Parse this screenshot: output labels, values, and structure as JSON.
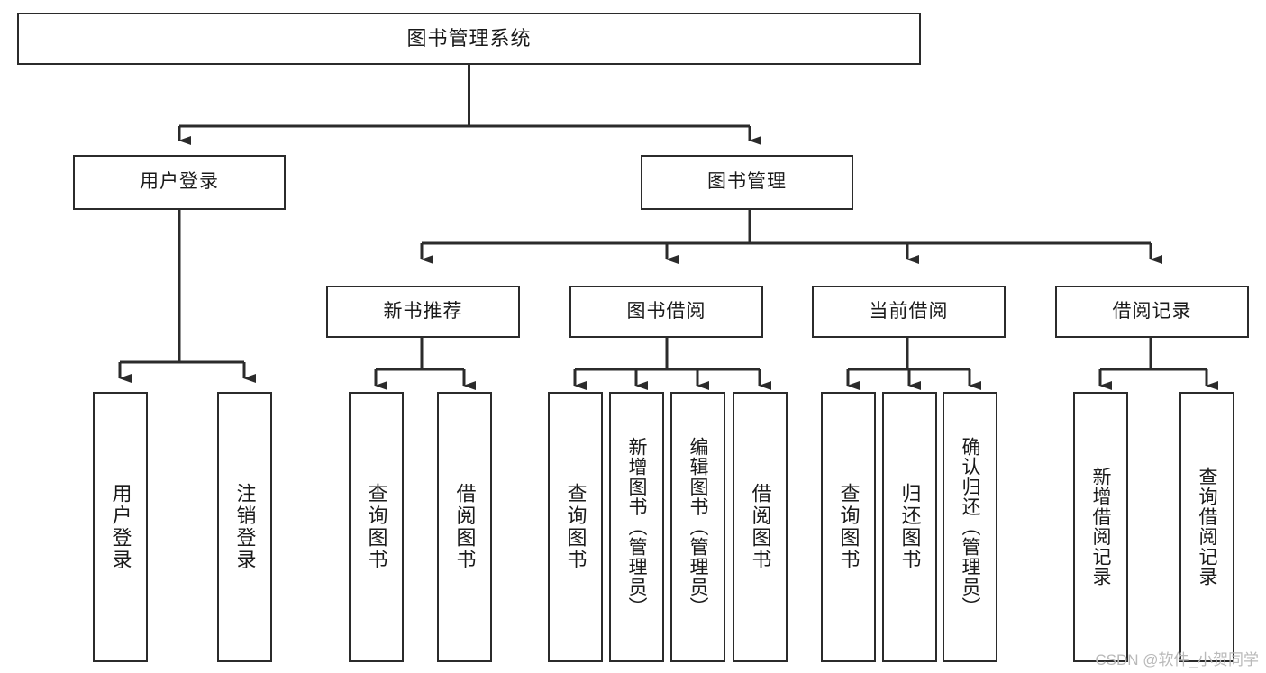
{
  "diagram": {
    "type": "tree",
    "title": "图书管理系统",
    "orientation": "top-down",
    "colors": {
      "box_border": "#2b2b2b",
      "box_fill": "#ffffff",
      "edge": "#2b2b2b",
      "text": "#1a1a1a",
      "watermark": "#b9b9b9",
      "background": "#ffffff"
    },
    "nodes": {
      "root": {
        "label": "图书管理系统"
      },
      "level1": [
        {
          "label": "用户登录"
        },
        {
          "label": "图书管理"
        }
      ],
      "level2": [
        {
          "label": "新书推荐"
        },
        {
          "label": "图书借阅"
        },
        {
          "label": "当前借阅"
        },
        {
          "label": "借阅记录"
        }
      ],
      "leaves": {
        "user_login": [
          {
            "label": "用户登录"
          },
          {
            "label": "注销登录"
          }
        ],
        "new_book_recommend": [
          {
            "label": "查询图书"
          },
          {
            "label": "借阅图书"
          }
        ],
        "book_borrow": [
          {
            "label": "查询图书"
          },
          {
            "label": "新增图书（管理员）"
          },
          {
            "label": "编辑图书（管理员）"
          },
          {
            "label": "借阅图书"
          }
        ],
        "current_borrow": [
          {
            "label": "查询图书"
          },
          {
            "label": "归还图书"
          },
          {
            "label": "确认归还（管理员）"
          }
        ],
        "borrow_record": [
          {
            "label": "新增借阅记录"
          },
          {
            "label": "查询借阅记录"
          }
        ]
      }
    }
  },
  "watermark": {
    "text": "CSDN @软件_小贺同学"
  }
}
